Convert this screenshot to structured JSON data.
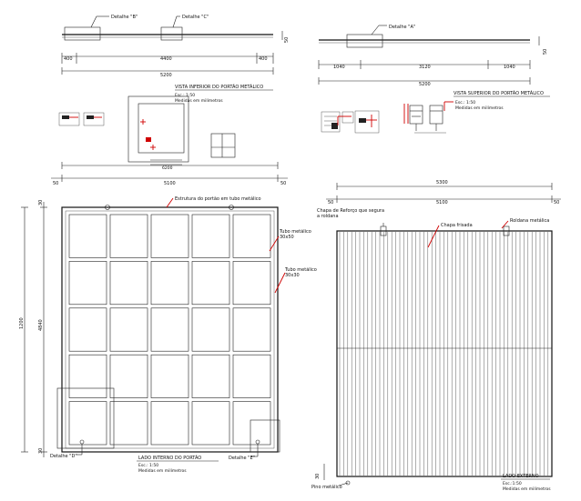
{
  "colors": {
    "line": "#222222",
    "accent": "#d00000",
    "background": "#ffffff"
  },
  "top_left": {
    "detail_b": "Detalhe \"B\"",
    "detail_c": "Detalhe \"C\"",
    "height_dim": "50",
    "dims": [
      "400",
      "4400",
      "400"
    ],
    "total": "5200",
    "title": "VISTA INFERIOR DO PORTÃO METÁLICO",
    "scale": "Esc.: 1:50",
    "units": "Medidas em milímetros",
    "small_dim": "6200"
  },
  "top_right": {
    "detail_a": "Detalhe \"A\"",
    "height_dim": "50",
    "dims": [
      "1040",
      "3120",
      "1040"
    ],
    "total": "5200",
    "title": "VISTA SUPERIOR DO PORTÃO METÁLICO",
    "scale": "Esc.: 1:50",
    "units": "Medidas em milímetros"
  },
  "left_view": {
    "dim_left": "50",
    "dim_total": "5100",
    "dim_right": "50",
    "height_outer": "1200",
    "height_inner": "4840",
    "dim_top": "30",
    "dim_bottom": "30",
    "label_structure": "Estrutura do portão em tubo metálico",
    "label_tube1": "Tubo metálico 30x50",
    "label_tube2": "Tubo metálico 30x30",
    "detail_d": "Detalhe \"D\"",
    "detail_e": "Detalhe \"E\"",
    "title": "LADO INTERNO DO PORTÃO",
    "scale": "Esc.: 1:50",
    "units": "Medidas em milímetros"
  },
  "right_view": {
    "dim_total": "5300",
    "dim_left": "50",
    "dim_inner": "5100",
    "dim_right": "50",
    "height_dim": "30",
    "label_plate": "Chapa de Reforço que segura a roldana",
    "label_chapa": "Chapa frisada",
    "label_roldana": "Roldana metálica",
    "label_pino": "Pino metálico",
    "title": "LADO EXTERNO",
    "scale": "Esc.:1:50",
    "units": "Medidas em milímetros"
  }
}
